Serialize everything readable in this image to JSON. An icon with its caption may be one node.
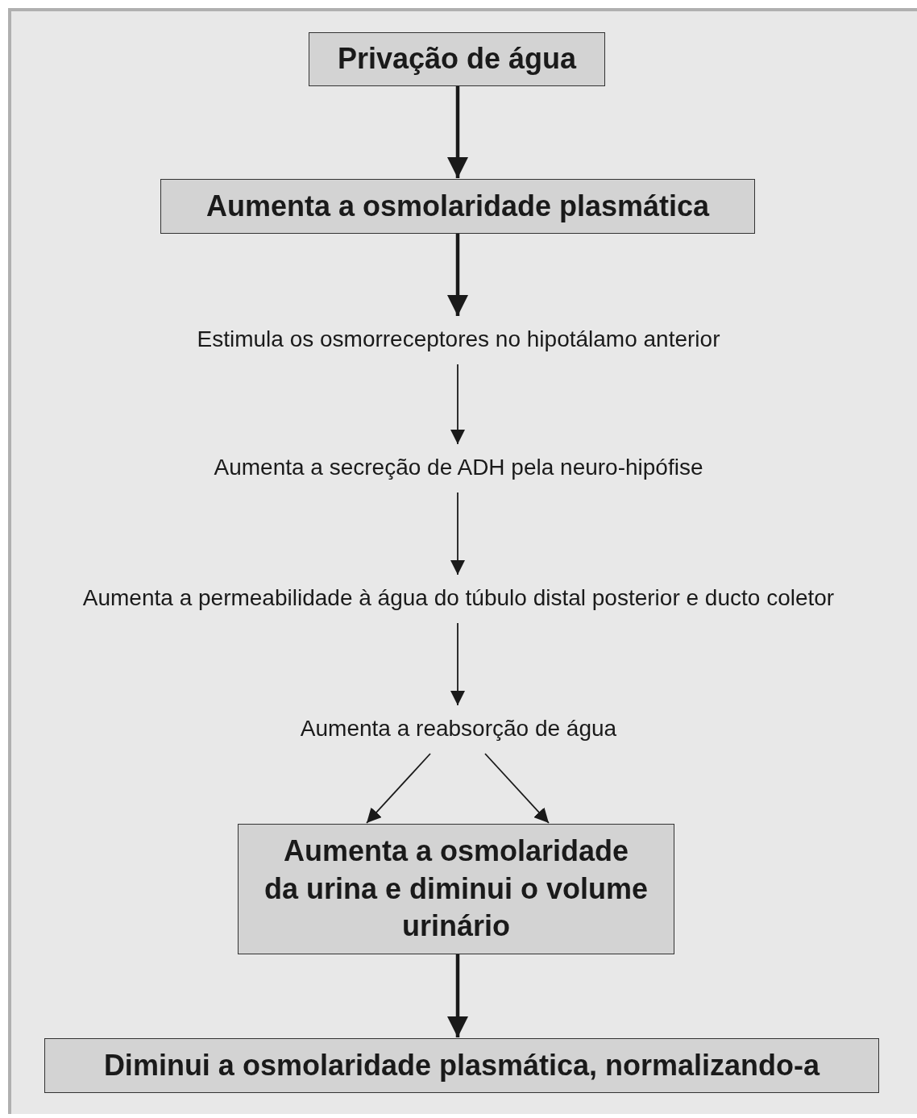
{
  "diagram": {
    "nodes": [
      {
        "text": [
          "Privação de água"
        ]
      },
      {
        "text": [
          "Aumenta a osmolaridade plasmática"
        ]
      },
      {
        "text": [
          "Estimula os osmorreceptores no hipotálamo anterior"
        ]
      },
      {
        "text": [
          "Aumenta a secreção de ADH pela neuro-hipófise"
        ]
      },
      {
        "text": [
          "Aumenta a permeabilidade à água do túbulo distal posterior e ducto coletor"
        ]
      },
      {
        "text": [
          "Aumenta a reabsorção de água"
        ]
      },
      {
        "text": [
          "Aumenta a osmolaridade da urina e diminui o volume urinário"
        ]
      },
      {
        "text": [
          "Diminui a osmolaridade plasmática, normalizando-a"
        ]
      }
    ],
    "edges": [
      {
        "from": 0,
        "to": 1,
        "arrow": "to",
        "style": "thick"
      },
      {
        "from": 1,
        "to": 2,
        "arrow": "to",
        "style": "thick"
      },
      {
        "from": 2,
        "to": 3,
        "arrow": "to"
      },
      {
        "from": 3,
        "to": 4,
        "arrow": "to"
      },
      {
        "from": 4,
        "to": 5,
        "arrow": "to"
      },
      {
        "from": 5,
        "to": 6,
        "arrow": "to"
      },
      {
        "from": 5,
        "to": 6,
        "arrow": "to"
      },
      {
        "from": 6,
        "to": 7,
        "arrow": "to",
        "style": "thick"
      }
    ]
  }
}
